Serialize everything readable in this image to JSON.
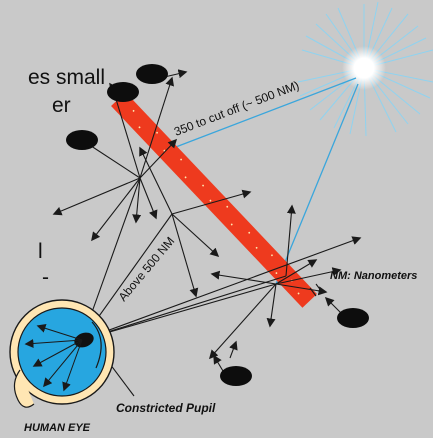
{
  "background_color": "#c9c9c9",
  "filter_bar_color": "#ee3a1e",
  "ray_color": "#1a1a1a",
  "blue_ray_color": "#3aa6dc",
  "sun_color": "#ffffff",
  "eye_color": "#27a6e0",
  "body_text": [
    "es small",
    "er",
    "l",
    "-"
  ],
  "labels": {
    "blue_range": "350 to cut off (~ 500 NM)",
    "above": "Above 500 NM",
    "nm_definition": "NM: Nanometers",
    "pupil": "Constricted Pupil",
    "eye": "HUMAN EYE"
  },
  "icons": [
    "sun-icon",
    "eye-icon"
  ]
}
